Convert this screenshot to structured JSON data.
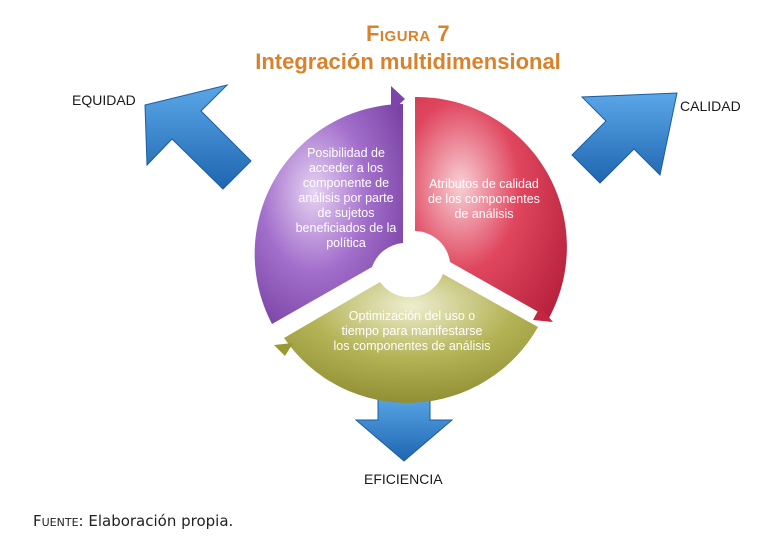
{
  "figure": {
    "label": "Figura 7",
    "title": "Integración multidimensional"
  },
  "corners": {
    "equidad": "EQUIDAD",
    "calidad": "CALIDAD",
    "eficiencia": "EFICIENCIA"
  },
  "segments": {
    "purple": "Posibilidad de acceder a los componente de análisis por parte de sujetos beneficiados de la política",
    "red": "Atributos de calidad de los componentes de análisis",
    "olive": "Optimización del uso o tiempo para manifestarse los componentes de análisis"
  },
  "source": {
    "key": "Fuente",
    "text": "Elaboración propia."
  },
  "colors": {
    "title": "#d9822b",
    "purple": "#8a4fb6",
    "red": "#d8304e",
    "olive": "#a6a544",
    "arrow": "#2f7fc6"
  }
}
